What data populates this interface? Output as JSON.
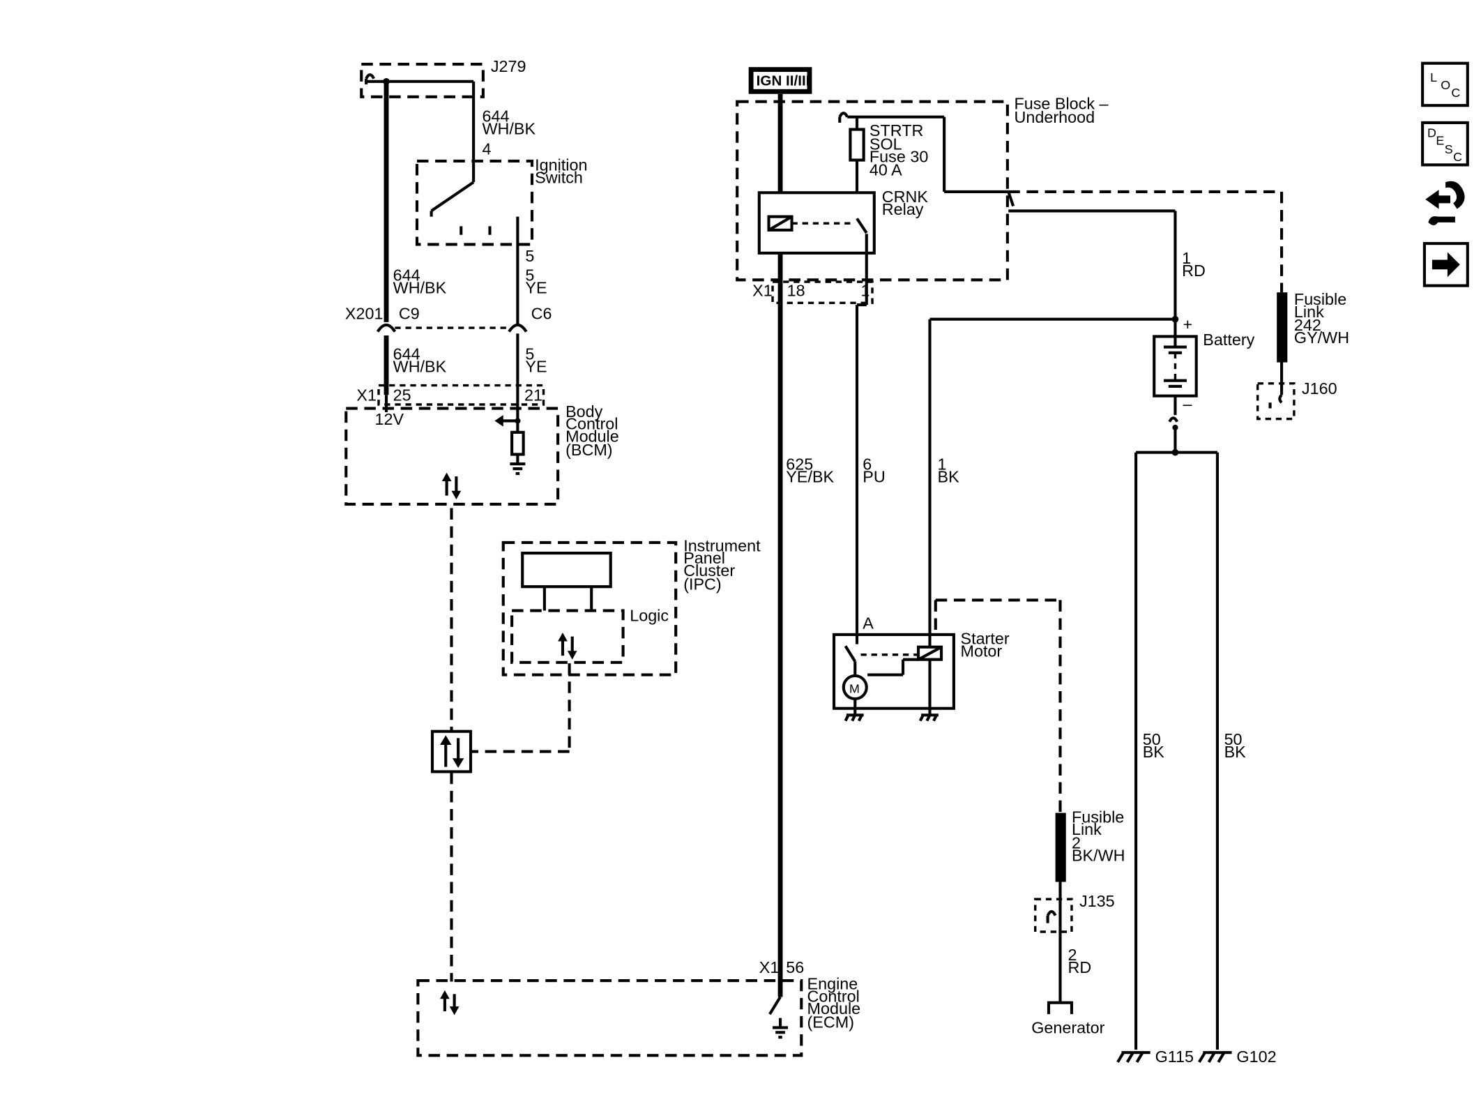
{
  "diagram": {
    "labels": {
      "j279": "J279",
      "w644_num": "644",
      "w644_col": "WH/BK",
      "pin4": "4",
      "ign_switch_1": "Ignition",
      "ign_switch_2": "Switch",
      "pin5": "5",
      "w644b_num": "644",
      "w644b_col": "WH/BK",
      "w5_num": "5",
      "w5_col": "YE",
      "x201": "X201",
      "c9": "C9",
      "c6": "C6",
      "w644c_num": "644",
      "w644c_col": "WH/BK",
      "w5b_num": "5",
      "w5b_col": "YE",
      "x1_bcm": "X1",
      "pin25": "25",
      "pin21": "21",
      "v12": "12V",
      "bcm_1": "Body",
      "bcm_2": "Control",
      "bcm_3": "Module",
      "bcm_4": "(BCM)",
      "ipc_1": "Instrument",
      "ipc_2": "Panel",
      "ipc_3": "Cluster",
      "ipc_4": "(IPC)",
      "logic": "Logic",
      "ign_box": "IGN II/III",
      "fuseblock_1": "Fuse Block –",
      "fuseblock_2": "Underhood",
      "fuse_1": "STRTR",
      "fuse_2": "SOL",
      "fuse_3": "Fuse 30",
      "fuse_4": "40 A",
      "relay_1": "CRNK",
      "relay_2": "Relay",
      "x1_fb": "X1",
      "pin18": "18",
      "pin1": "1",
      "w1rd_num": "1",
      "w1rd_col": "RD",
      "battery": "Battery",
      "plus": "+",
      "minus": "–",
      "fl242_1": "Fusible",
      "fl242_2": "Link",
      "fl242_3": "242",
      "fl242_4": "GY/WH",
      "j160": "J160",
      "w625_num": "625",
      "w625_col": "YE/BK",
      "w6_num": "6",
      "w6_col": "PU",
      "w1bk_num": "1",
      "w1bk_col": "BK",
      "pinA": "A",
      "starter_1": "Starter",
      "starter_2": "Motor",
      "motor_m": "M",
      "w50a_num": "50",
      "w50a_col": "BK",
      "w50b_num": "50",
      "w50b_col": "BK",
      "fl2_1": "Fusible",
      "fl2_2": "Link",
      "fl2_3": "2",
      "fl2_4": "BK/WH",
      "j135": "J135",
      "w2rd_num": "2",
      "w2rd_col": "RD",
      "generator": "Generator",
      "g115": "G115",
      "g102": "G102",
      "x1_ecm": "X1",
      "pin56": "56",
      "ecm_1": "Engine",
      "ecm_2": "Control",
      "ecm_3": "Module",
      "ecm_4": "(ECM)"
    }
  },
  "nav": {
    "loc": {
      "l1": "L",
      "l2": "O",
      "l3": "C"
    },
    "desc": {
      "l1": "D",
      "l2": "E",
      "l3": "S",
      "l4": "C"
    }
  }
}
